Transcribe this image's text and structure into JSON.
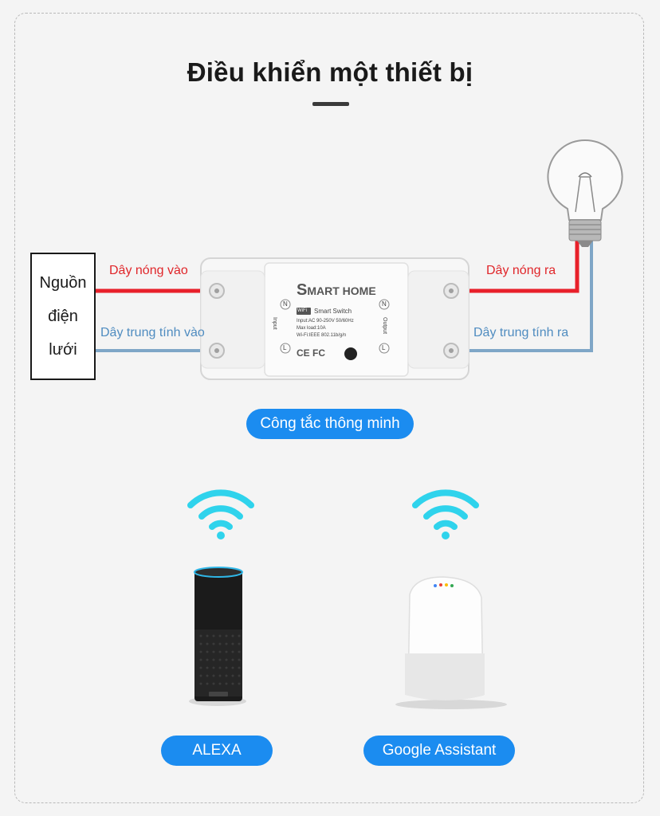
{
  "title": "Điều khiển một thiết bị",
  "source": {
    "line1": "Nguồn",
    "line2": "điện",
    "line3": "lưới"
  },
  "wires": {
    "hot_in": "Dây nóng vào",
    "neutral_in": "Dây trung tính vào",
    "hot_out": "Dây nóng ra",
    "neutral_out": "Dây trung tính ra"
  },
  "switch_device": {
    "brand_first_letter": "S",
    "brand": "MART HOME",
    "wifi_badge": "WiFi",
    "model": "Smart Switch",
    "spec1": "Input:AC 90-250V 50/60Hz",
    "spec2": "Max load:10A",
    "spec3": "Wi-Fi:IEEE 802.11b/g/n",
    "cert": "CE FC",
    "input_side": "Input",
    "output_side": "Output",
    "terminal_n": "N",
    "terminal_l": "L"
  },
  "switch_label": "Công tắc thông minh",
  "assistants": [
    {
      "label": "ALEXA"
    },
    {
      "label": "Google Assistant"
    }
  ],
  "colors": {
    "hot_wire": "#e8202a",
    "neutral_wire": "#7fa6c7",
    "pill": "#1b8cf0",
    "wifi": "#2fd3ec"
  }
}
